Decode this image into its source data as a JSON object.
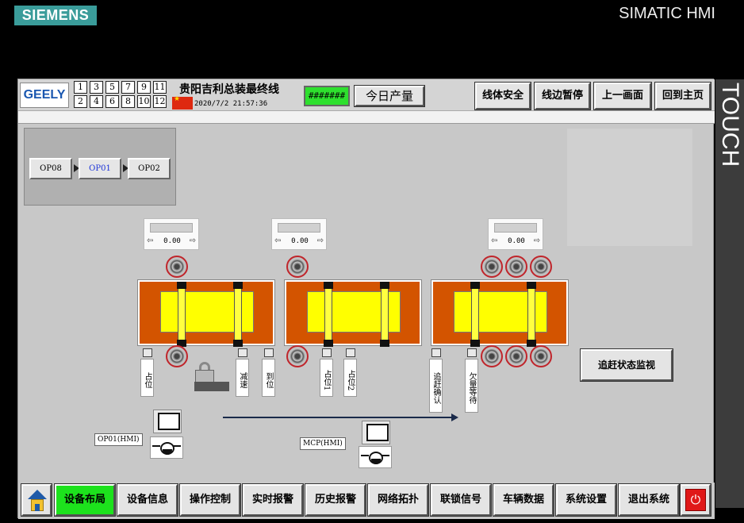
{
  "frame": {
    "brand_logo": "SIEMENS",
    "product": "SIMATIC HMI",
    "touch": "TOUCH"
  },
  "header": {
    "company_logo": "GEELY",
    "line_numbers": [
      "1",
      "3",
      "5",
      "7",
      "9",
      "11",
      "2",
      "4",
      "6",
      "8",
      "10",
      "12"
    ],
    "title": "贵阳吉利总装最终线",
    "datetime": "2020/7/2  21:57:36",
    "status_display": "#######",
    "today_output": "今日产量",
    "buttons": [
      "线体安全",
      "线边暂停",
      "上一画面",
      "回到主页"
    ]
  },
  "op_nav": {
    "items": [
      "OP08",
      "OP01",
      "OP02"
    ],
    "active": "OP01"
  },
  "stations": {
    "speeds": [
      "0.00",
      "0.00",
      "0.00"
    ],
    "labels": {
      "occupied": "占位",
      "slow_down": "减速",
      "arrived": "到位",
      "occupied_1": "占位1",
      "occupied_2": "占位2",
      "chase_confirm": "追赶确认",
      "short_wait": "欠量等待"
    },
    "operators": [
      "OP01(HMI)",
      "MCP(HMI)"
    ],
    "chase_monitor_button": "追赶状态监视"
  },
  "bottom_nav": {
    "items": [
      "设备布局",
      "设备信息",
      "操作控制",
      "实时报警",
      "历史报警",
      "网络拓扑",
      "联锁信号",
      "车辆数据",
      "系统设置",
      "退出系统"
    ],
    "active": "设备布局"
  },
  "colors": {
    "station_orange": "#d35400",
    "car_yellow": "#ffff00",
    "active_green": "#1de21d",
    "status_green": "#2ee02e",
    "op_active_text": "#1d34d8"
  }
}
